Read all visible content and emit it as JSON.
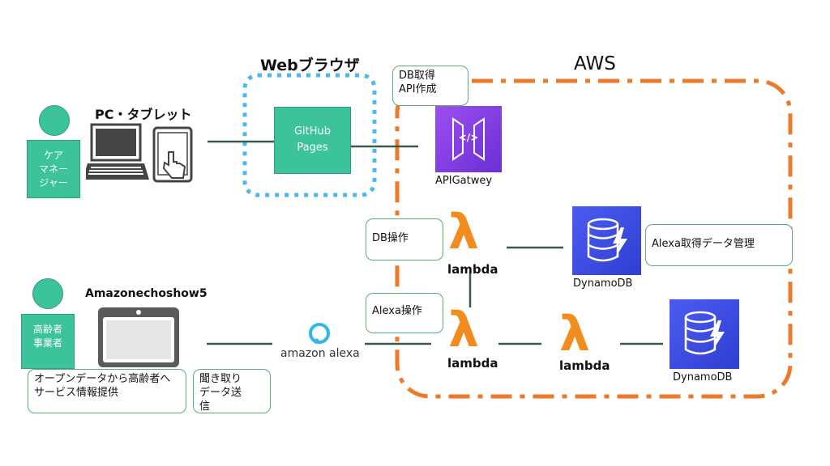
{
  "labels": {
    "web_browser": "Webブラウザ",
    "aws": "AWS",
    "pc_tablet": "PC・タブレット",
    "echo_show": "Amazonechoshow5",
    "care_manager_lines": [
      "ケア",
      "マネー",
      "ジャー"
    ],
    "elderly_lines": [
      "高齢者",
      "事業者"
    ],
    "github_pages_lines": [
      "GitHub",
      "Pages"
    ],
    "api_gateway": "APIGatwey",
    "lambda_1": "lambda",
    "lambda_2": "lambda",
    "lambda_3": "lambda",
    "dynamodb_1": "DynamoDB",
    "dynamodb_2": "DynamoDB",
    "amazon_alexa": "amazon alexa",
    "lambda_glyph": "λ",
    "code_glyph": "</>"
  },
  "notes": {
    "db_api_lines": [
      "DB取得",
      "API作成"
    ],
    "db_ops": "DB操作",
    "alexa_ops": "Alexa操作",
    "alexa_data": "Alexa取得データ管理",
    "open_data": "オープンデータから高齢者へサービス情報提供",
    "listen_lines": [
      "聞き取り",
      "データ送",
      "信"
    ]
  },
  "colors": {
    "teal": "#3cc39c",
    "dotted_blue": "#4fb8ea",
    "aws_orange": "#ec7a2c",
    "lambda_orange": "#f28c1e",
    "purple": "#7b3bd8",
    "dynamo_blue": "#3d4ee0",
    "line": "#3a5a48"
  }
}
